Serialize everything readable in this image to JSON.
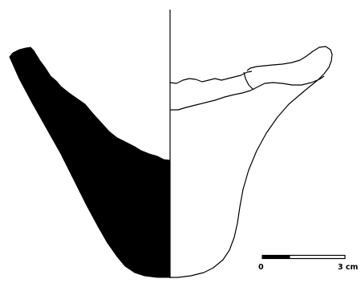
{
  "figure": {
    "background_color": "#ffffff",
    "ink_color": "#000000",
    "profile_fill_color": "#000000"
  },
  "scale_bar": {
    "start_label": "0",
    "end_label": "3 cm",
    "length_value": 3,
    "unit": "cm"
  }
}
